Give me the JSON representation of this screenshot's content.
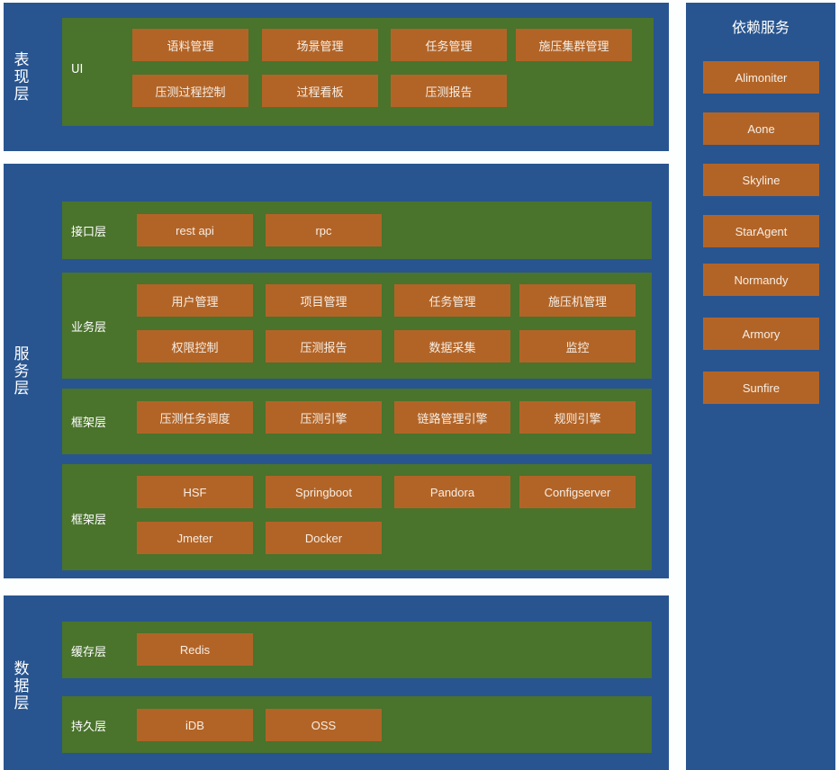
{
  "colors": {
    "layer_bg": "#285590",
    "sublayer_bg": "#4a732c",
    "box_bg": "#b26427",
    "box_text": "#f6eee4",
    "page_bg": "#fdfefe"
  },
  "presentation": {
    "title": "表现层",
    "title_chars": [
      "表",
      "现",
      "层"
    ],
    "ui": {
      "label": "UI",
      "items": [
        "语料管理",
        "场景管理",
        "任务管理",
        "施压集群管理",
        "压测过程控制",
        "过程看板",
        "压测报告"
      ]
    }
  },
  "service": {
    "title": "服务层",
    "title_chars": [
      "服",
      "务",
      "层"
    ],
    "interface": {
      "label": "接口层",
      "items": [
        "rest api",
        "rpc"
      ]
    },
    "business": {
      "label": "业务层",
      "items": [
        "用户管理",
        "项目管理",
        "任务管理",
        "施压机管理",
        "权限控制",
        "压测报告",
        "数据采集",
        "监控"
      ]
    },
    "framework1": {
      "label": "框架层",
      "items": [
        "压测任务调度",
        "压测引擎",
        "链路管理引擎",
        "规则引擎"
      ]
    },
    "framework2": {
      "label": "框架层",
      "items": [
        "HSF",
        "Springboot",
        "Pandora",
        "Configserver",
        "Jmeter",
        "Docker"
      ]
    }
  },
  "data": {
    "title": "数据层",
    "title_chars": [
      "数",
      "据",
      "层"
    ],
    "cache": {
      "label": "缓存层",
      "items": [
        "Redis"
      ]
    },
    "persistence": {
      "label": "持久层",
      "items": [
        "iDB",
        "OSS"
      ]
    }
  },
  "dependencies": {
    "title": "依赖服务",
    "items": [
      "Alimoniter",
      "Aone",
      "Skyline",
      "StarAgent",
      "Normandy",
      "Armory",
      "Sunfire"
    ]
  }
}
